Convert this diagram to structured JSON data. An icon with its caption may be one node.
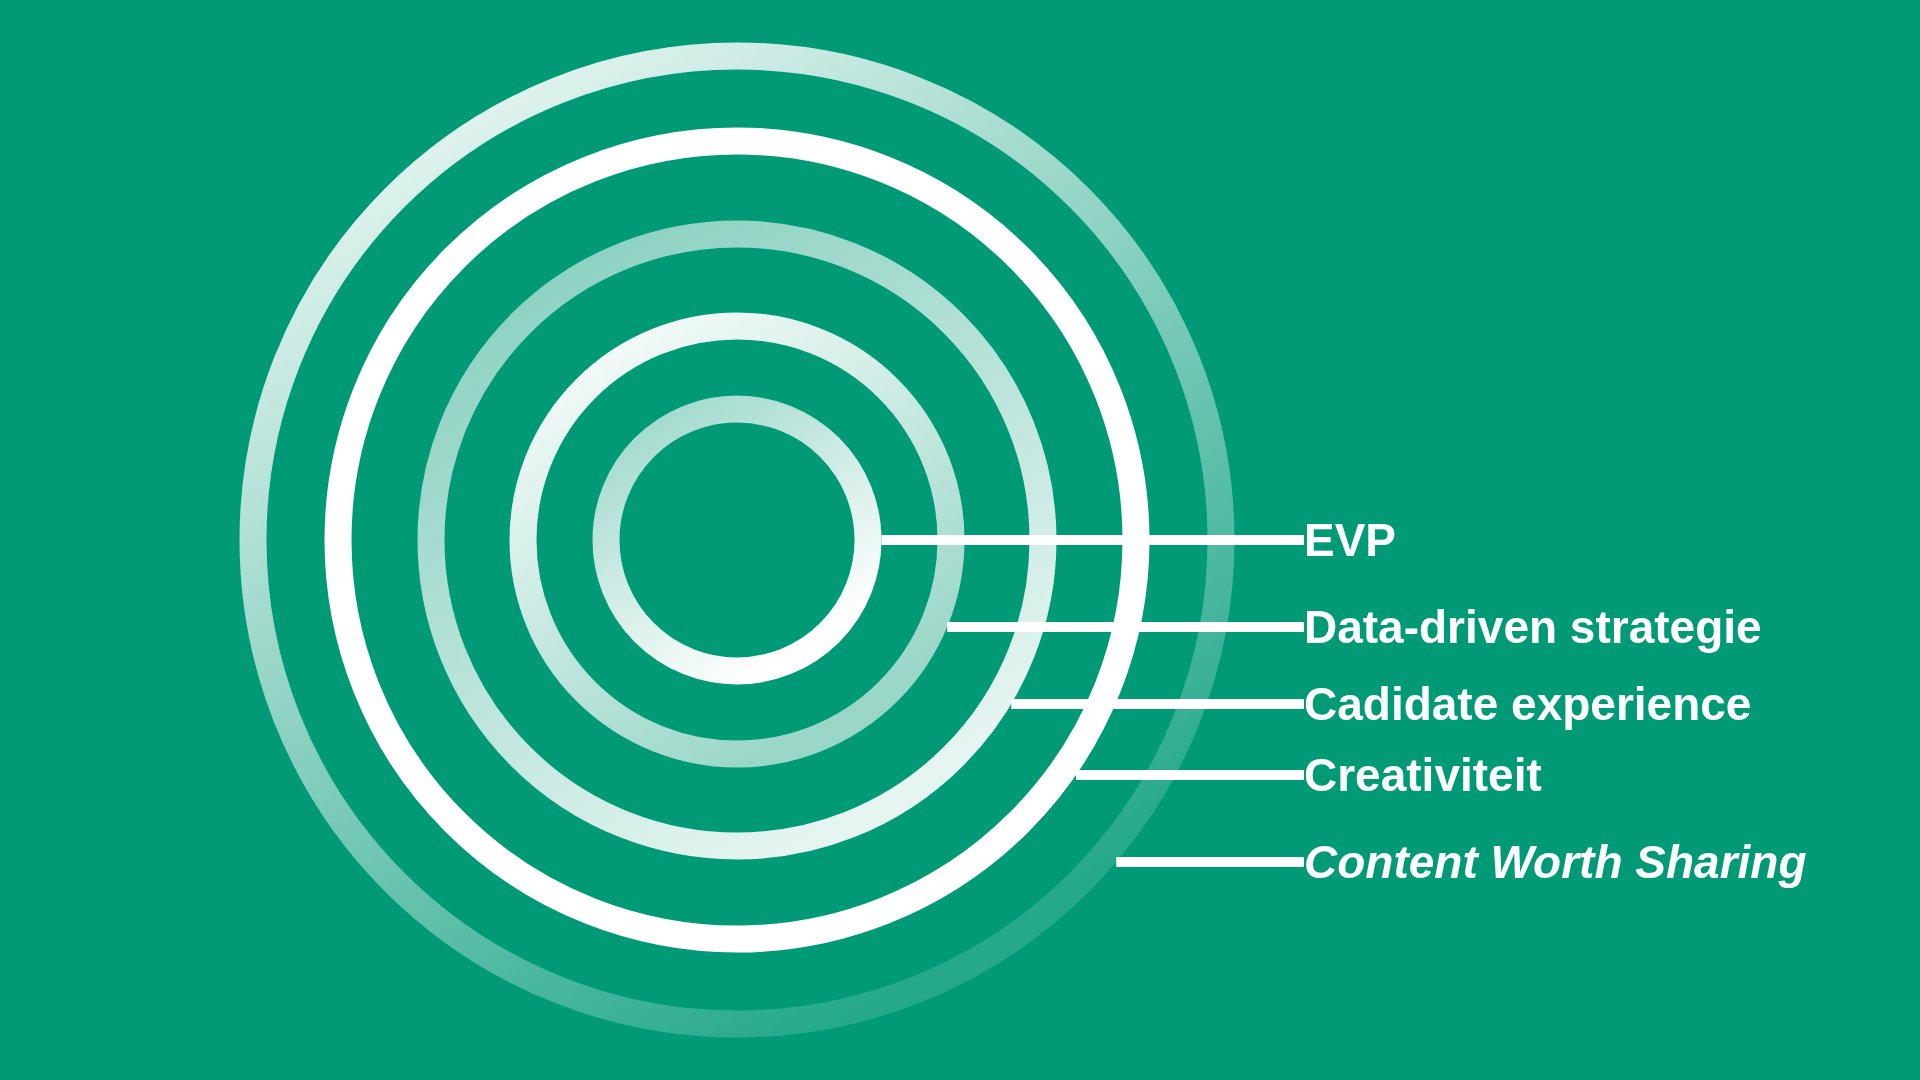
{
  "diagram": {
    "nodes": [
      {
        "text": [],
        "shape": "circle"
      },
      {
        "text": [],
        "shape": "circle",
        "in": 0
      },
      {
        "text": [],
        "shape": "circle",
        "in": 1
      },
      {
        "text": [],
        "shape": "circle",
        "in": 2
      },
      {
        "text": [],
        "shape": "circle",
        "in": 3
      },
      {
        "text": [
          "EVP"
        ]
      },
      {
        "text": [
          "Data-driven strategie"
        ]
      },
      {
        "text": [
          "Cadidate experience"
        ]
      },
      {
        "text": [
          "Creativiteit"
        ]
      },
      {
        "text": [
          "Content Worth Sharing"
        ]
      }
    ],
    "edges": [
      {
        "from": 5,
        "to": 4,
        "arrow": "none"
      },
      {
        "from": 6,
        "to": 3,
        "arrow": "none"
      },
      {
        "from": 7,
        "to": 2,
        "arrow": "none"
      },
      {
        "from": 8,
        "to": 1,
        "arrow": "none"
      },
      {
        "from": 9,
        "to": 0,
        "arrow": "none"
      }
    ]
  }
}
